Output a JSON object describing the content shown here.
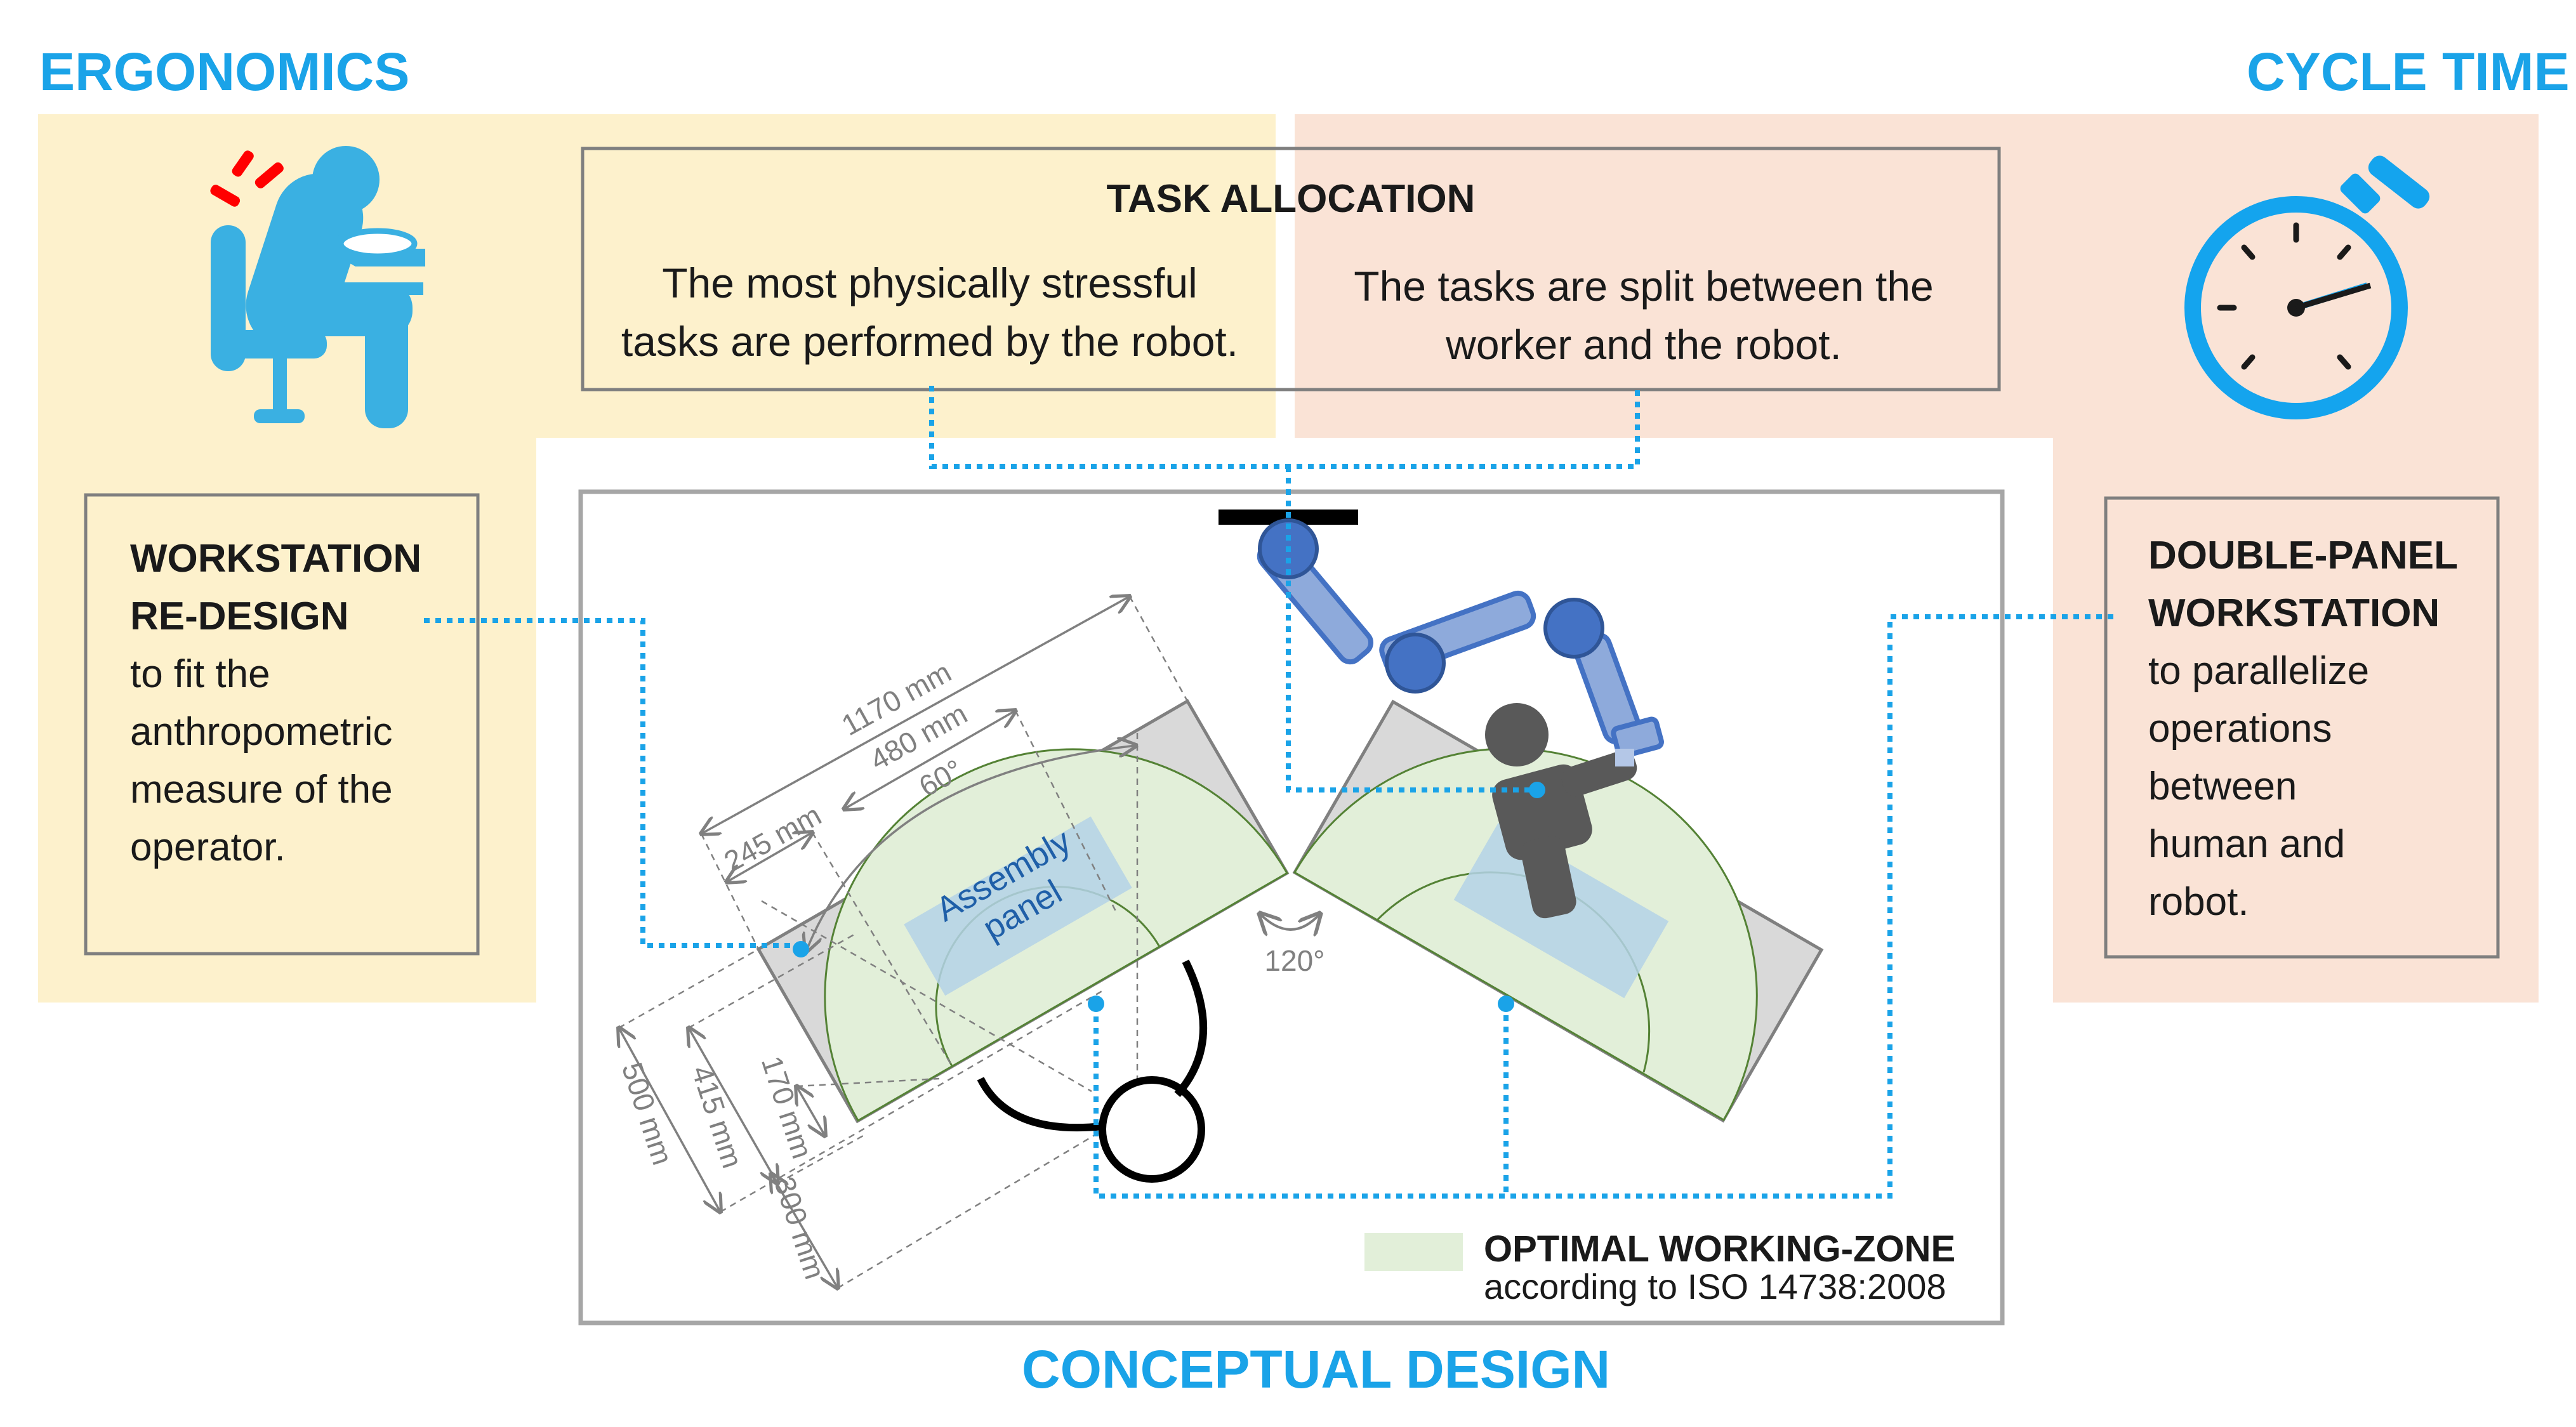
{
  "sections": {
    "ergonomics": "ERGONOMICS",
    "cycle_time": "CYCLE TIME",
    "conceptual_design": "CONCEPTUAL DESIGN"
  },
  "task_allocation": {
    "title": "TASK ALLOCATION",
    "left_lines": [
      "The most physically stressful",
      "tasks are performed by the robot."
    ],
    "right_lines": [
      "The tasks are split between the",
      "worker and the robot."
    ]
  },
  "workstation_redesign": {
    "title_lines": [
      "WORKSTATION",
      "RE-DESIGN"
    ],
    "body_lines": [
      "to fit the",
      "anthropometric",
      "measure of the",
      "operator."
    ]
  },
  "double_panel": {
    "title_lines": [
      "DOUBLE-PANEL",
      "WORKSTATION"
    ],
    "body_lines": [
      "to parallelize",
      "operations",
      "between",
      "human and",
      "robot."
    ]
  },
  "dimensions": {
    "d1170": "1170 mm",
    "d480": "480 mm",
    "d60": "60°",
    "d245": "245 mm",
    "d120": "120°",
    "d500": "500 mm",
    "d415": "415 mm",
    "d170": "170 mm",
    "d300": "300 mm"
  },
  "assembly_panel_lines": [
    "Assembly",
    "panel"
  ],
  "legend": {
    "title": "OPTIMAL WORKING-ZONE",
    "subtitle": "according to ISO 14738:2008"
  },
  "colors": {
    "accent_blue": "#1aa3e8",
    "ergonomics_bg": "#fdf1cc",
    "cycle_bg": "#fae3d6",
    "panel_gray": "#d9d9d9",
    "zone_green": "#e2efd9",
    "robot_blue": "#8eaadb",
    "human_gray": "#595959"
  },
  "icons": [
    "seated-worker-icon",
    "stopwatch-icon",
    "robot-arm-icon",
    "worker-topview-icon",
    "operator-topview-icon"
  ]
}
